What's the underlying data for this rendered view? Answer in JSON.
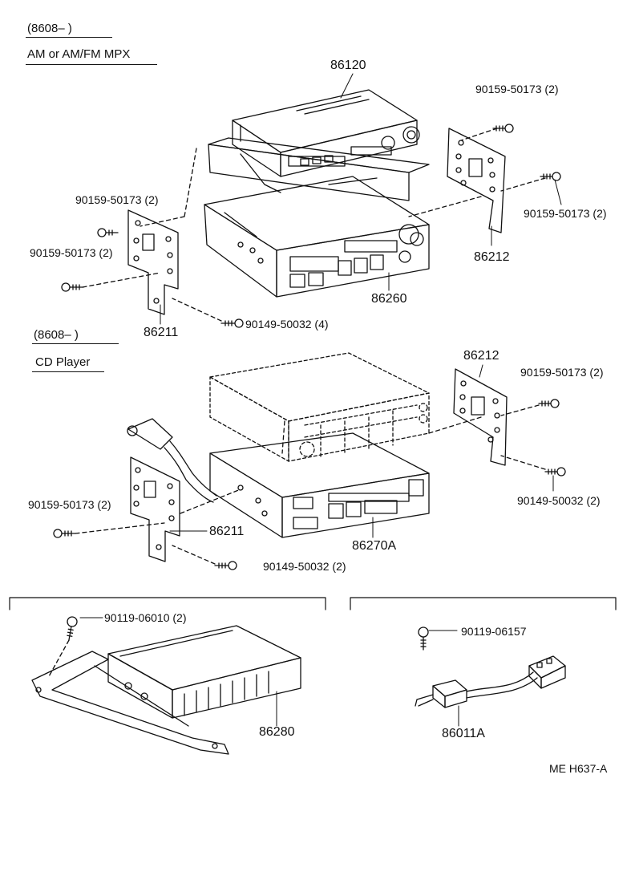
{
  "sections": {
    "am_fm": {
      "code": "(8608–      )",
      "title": "AM or AM/FM  MPX"
    },
    "cd": {
      "code": "(8608–        )",
      "title": "CD Player"
    }
  },
  "labels": {
    "p86120": "86120",
    "p90159_top_right": "90159-50173 (2)",
    "p90159_left_1": "90159-50173 (2)",
    "p90159_right_2": "90159-50173 (2)",
    "p90159_left_2": "90159-50173 (2)",
    "p86212_top": "86212",
    "p86260": "86260",
    "p86211_top": "86211",
    "p90149_top": "90149-50032 (4)",
    "p86212_cd": "86212",
    "p90159_cd_right": "90159-50173 (2)",
    "p90149_cd_right": "90149-50032 (2)",
    "p90159_cd_left": "90159-50173 (2)",
    "p86211_cd": "86211",
    "p86270A": "86270A",
    "p90149_cd_bottom": "90149-50032 (2)",
    "p90119_06010": "90119-06010 (2)",
    "p86280": "86280",
    "p90119_06157": "90119-06157",
    "p86011A": "86011A",
    "ref": "ME  H637-A"
  }
}
